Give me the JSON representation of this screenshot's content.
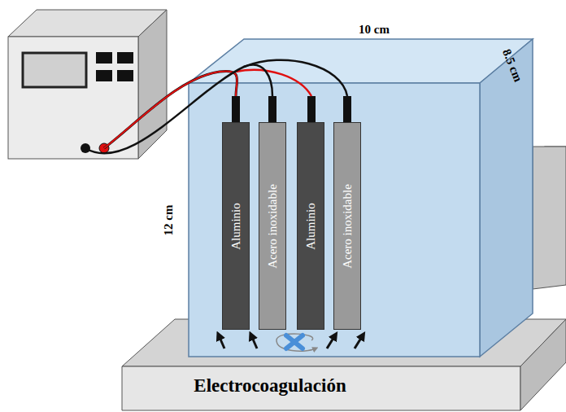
{
  "diagram": {
    "nodes": [
      {
        "text": [
          "Aluminio"
        ]
      },
      {
        "text": [
          "Acero inoxidable"
        ]
      },
      {
        "text": [
          "Aluminio"
        ]
      },
      {
        "text": [
          "Acero inoxidable"
        ]
      }
    ],
    "labels": [
      "10 cm",
      "8.5 cm",
      "12 cm",
      "Electrocoagulación"
    ]
  }
}
